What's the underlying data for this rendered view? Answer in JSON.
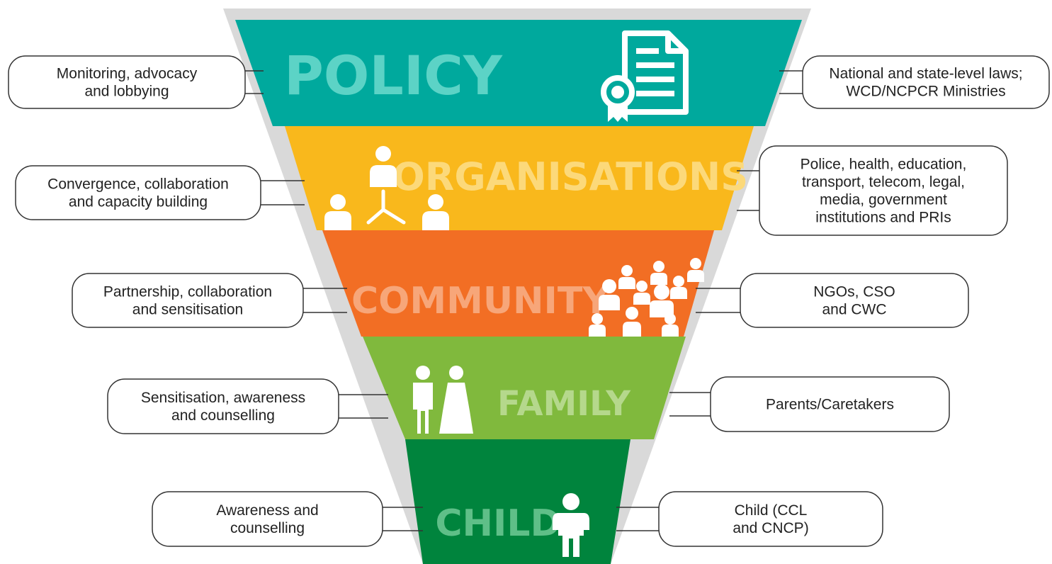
{
  "colors": {
    "frame": "#d9d9d9",
    "policy": "#00a99d",
    "organisations": "#f9b81c",
    "community": "#f26e24",
    "family": "#80b93d",
    "child": "#00843d",
    "icon": "#ffffff",
    "connector": "#333333"
  },
  "levels": [
    {
      "key": "policy",
      "label": "POLICY",
      "icon": "certificate-document-icon",
      "left_note": [
        "Monitoring, advocacy",
        "and lobbying"
      ],
      "right_note": [
        "National and state-level laws;",
        "WCD/NCPCR Ministries"
      ]
    },
    {
      "key": "organisations",
      "label": "ORGANISATIONS",
      "icon": "organisation-network-icon",
      "left_note": [
        "Convergence, collaboration",
        "and capacity building"
      ],
      "right_note": [
        "Police, health, education,",
        "transport, telecom, legal,",
        "media, government",
        "institutions and PRIs"
      ]
    },
    {
      "key": "community",
      "label": "COMMUNITY",
      "icon": "community-crowd-icon",
      "left_note": [
        "Partnership, collaboration",
        "and sensitisation"
      ],
      "right_note": [
        "NGOs, CSO",
        "and CWC"
      ]
    },
    {
      "key": "family",
      "label": "FAMILY",
      "icon": "family-couple-icon",
      "left_note": [
        "Sensitisation, awareness",
        "and counselling"
      ],
      "right_note": [
        "Parents/Caretakers"
      ]
    },
    {
      "key": "child",
      "label": "CHILD",
      "icon": "child-icon",
      "left_note": [
        "Awareness and",
        "counselling"
      ],
      "right_note": [
        "Child (CCL",
        "and CNCP)"
      ]
    }
  ]
}
